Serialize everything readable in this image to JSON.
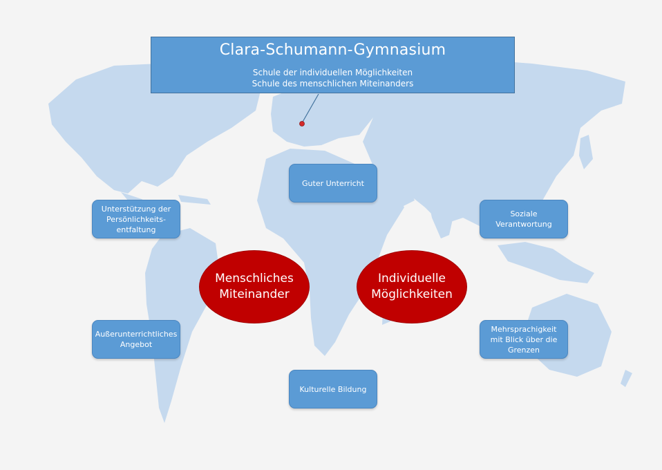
{
  "header": {
    "title": "Clara-Schumann-Gymnasium",
    "subtitle_line1": "Schule der individuellen Möglichkeiten",
    "subtitle_line2": "Schule des menschlichen Miteinanders"
  },
  "boxes": {
    "guter_unterricht": "Guter Unterricht",
    "persoenlichkeit": "Unterstützung der Persönlichkeits-entfaltung",
    "soziale_verantwortung": "Soziale Verantwortung",
    "ausserunterricht": "Außerunterrichtliches Angebot",
    "mehrsprachigkeit": "Mehrsprachigkeit mit Blick über die Grenzen",
    "kulturelle_bildung": "Kulturelle Bildung"
  },
  "ellipses": {
    "menschlich": "Menschliches Miteinander",
    "individuell": "Individuelle Möglichkeiten"
  },
  "colors": {
    "box": "#5b9bd5",
    "ellipse": "#c00000",
    "map": "#c7daee",
    "background": "#f4f4f4"
  }
}
